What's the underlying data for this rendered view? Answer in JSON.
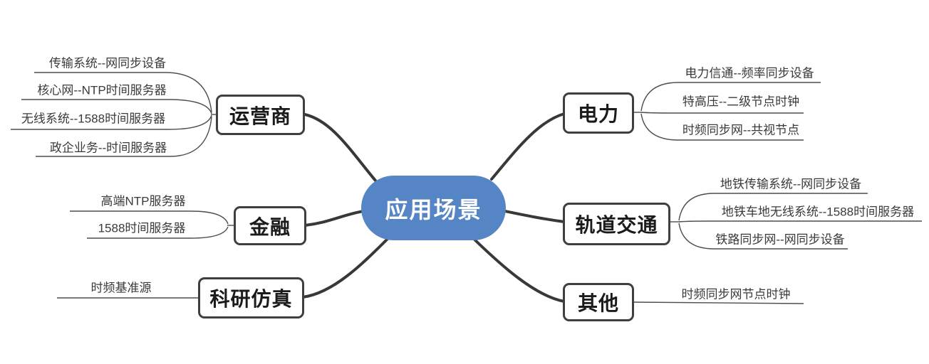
{
  "diagram": {
    "type": "mindmap",
    "background_color": "#FFFFFF",
    "central_topic": "应用场景",
    "central_fill_color": "#5585C5",
    "central_text_color": "#FFFFFF",
    "branch_border_color": "#3F3F3F",
    "connector_color": "#383838",
    "leaf_line_color": "#4D4D4D"
  },
  "branches": [
    {
      "label": "运营商",
      "side": "left",
      "leaves": [
        "传输系统--网同步设备",
        "核心网--NTP时间服务器",
        "无线系统--1588时间服务器",
        "政企业务--时间服务器"
      ]
    },
    {
      "label": "金融",
      "side": "left",
      "leaves": [
        "高端NTP服务器",
        "1588时间服务器"
      ]
    },
    {
      "label": "科研仿真",
      "side": "left",
      "leaves": [
        "时频基准源"
      ]
    },
    {
      "label": "电力",
      "side": "right",
      "leaves": [
        "电力信通--频率同步设备",
        "特高压--二级节点时钟",
        "时频同步网--共视节点"
      ]
    },
    {
      "label": "轨道交通",
      "side": "right",
      "leaves": [
        "地铁传输系统--网同步设备",
        "地铁车地无线系统--1588时间服务器",
        "铁路同步网--网同步设备"
      ]
    },
    {
      "label": "其他",
      "side": "right",
      "leaves": [
        "时频同步网节点时钟"
      ]
    }
  ]
}
